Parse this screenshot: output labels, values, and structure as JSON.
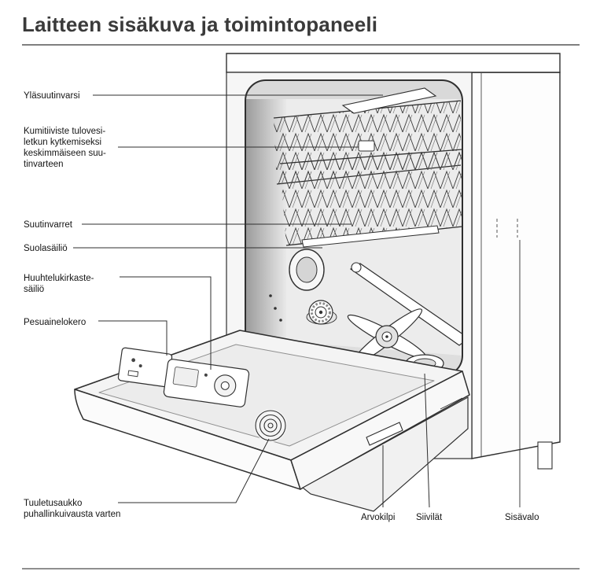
{
  "page": {
    "title": "Laitteen sisäkuva ja toimintopaneeli"
  },
  "labels": {
    "ylasuutinvarsi": "Yläsuutinvarsi",
    "kumitiiviste": "Kumitiiviste tulovesi-\nletkun kytkemiseksi\nkeskimmäiseen suu-\ntinvarteen",
    "suutinvarret": "Suutinvarret",
    "suolasailio": "Suolasäiliö",
    "huuhtelukirkaste": "Huuhtelukirkaste-\nsäiliö",
    "pesuainelokero": "Pesuainelokero",
    "tuuletusaukko": "Tuuletusaukko\npuhallinkuivausta varten",
    "arvokilpi": "Arvokilpi",
    "siivilat": "Siivilät",
    "sisavalo": "Sisävalo"
  },
  "colors": {
    "line": "#2f2f2f",
    "title": "#3a3a3a"
  }
}
